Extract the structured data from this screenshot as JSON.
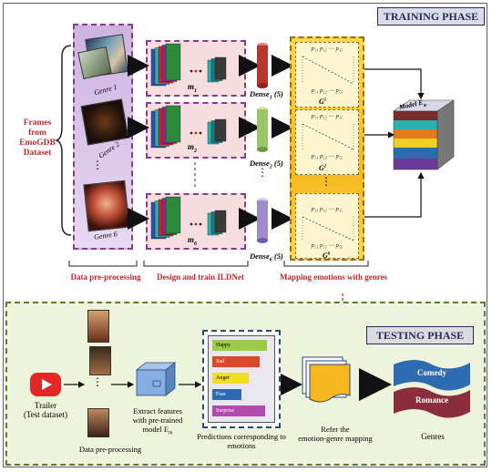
{
  "training_phase": {
    "title": "TRAINING PHASE",
    "frames_label": [
      "Frames",
      "from",
      "EmoGDB",
      "Dataset"
    ],
    "genres": [
      "Genre 1",
      "Genre 2",
      "Genre 6"
    ],
    "models": [
      "m",
      "m",
      "m"
    ],
    "model_subs": [
      "1",
      "2",
      "6"
    ],
    "dense": [
      "Dense",
      "Dense",
      "Dense"
    ],
    "dense_subs": [
      "1",
      "2",
      "6"
    ],
    "dense_suffix": "(5)",
    "g_labels": [
      "G",
      "G",
      "G"
    ],
    "g_sups": [
      "1",
      "2",
      "6"
    ],
    "matrix_rows": {
      "top": "p₁₁ p₁₂ ···· p₁₅",
      "bottom": "p₅₁ p₅₂ ···· p₅₅"
    },
    "model_label": "Model E",
    "model_sub": "m",
    "section_labels": {
      "preprocessing": "Data pre-processing",
      "design": "Design and train ILDNet",
      "mapping": "Mapping emotions with genres"
    }
  },
  "testing_phase": {
    "title": "TESTING PHASE",
    "trailer_label": [
      "Trailer",
      "(Test dataset)"
    ],
    "preprocessing_label": "Data pre-processing",
    "extract_label": [
      "Extract features",
      "with pre-trained",
      "model E"
    ],
    "extract_sub": "m",
    "predictions_label": [
      "Predictions corresponding to",
      "emotions"
    ],
    "emotions": [
      "Happy",
      "Sad",
      "Anger",
      "Fear",
      "Surprise"
    ],
    "emotion_colors": [
      "#9ccb4a",
      "#d84a2a",
      "#f0e020",
      "#2e6bb0",
      "#b04ab0"
    ],
    "refer_label": [
      "Refer the",
      "emotion-genre mapping"
    ],
    "genres_label": "Genres",
    "genre_outputs": [
      "Comedy",
      "Romance"
    ]
  }
}
